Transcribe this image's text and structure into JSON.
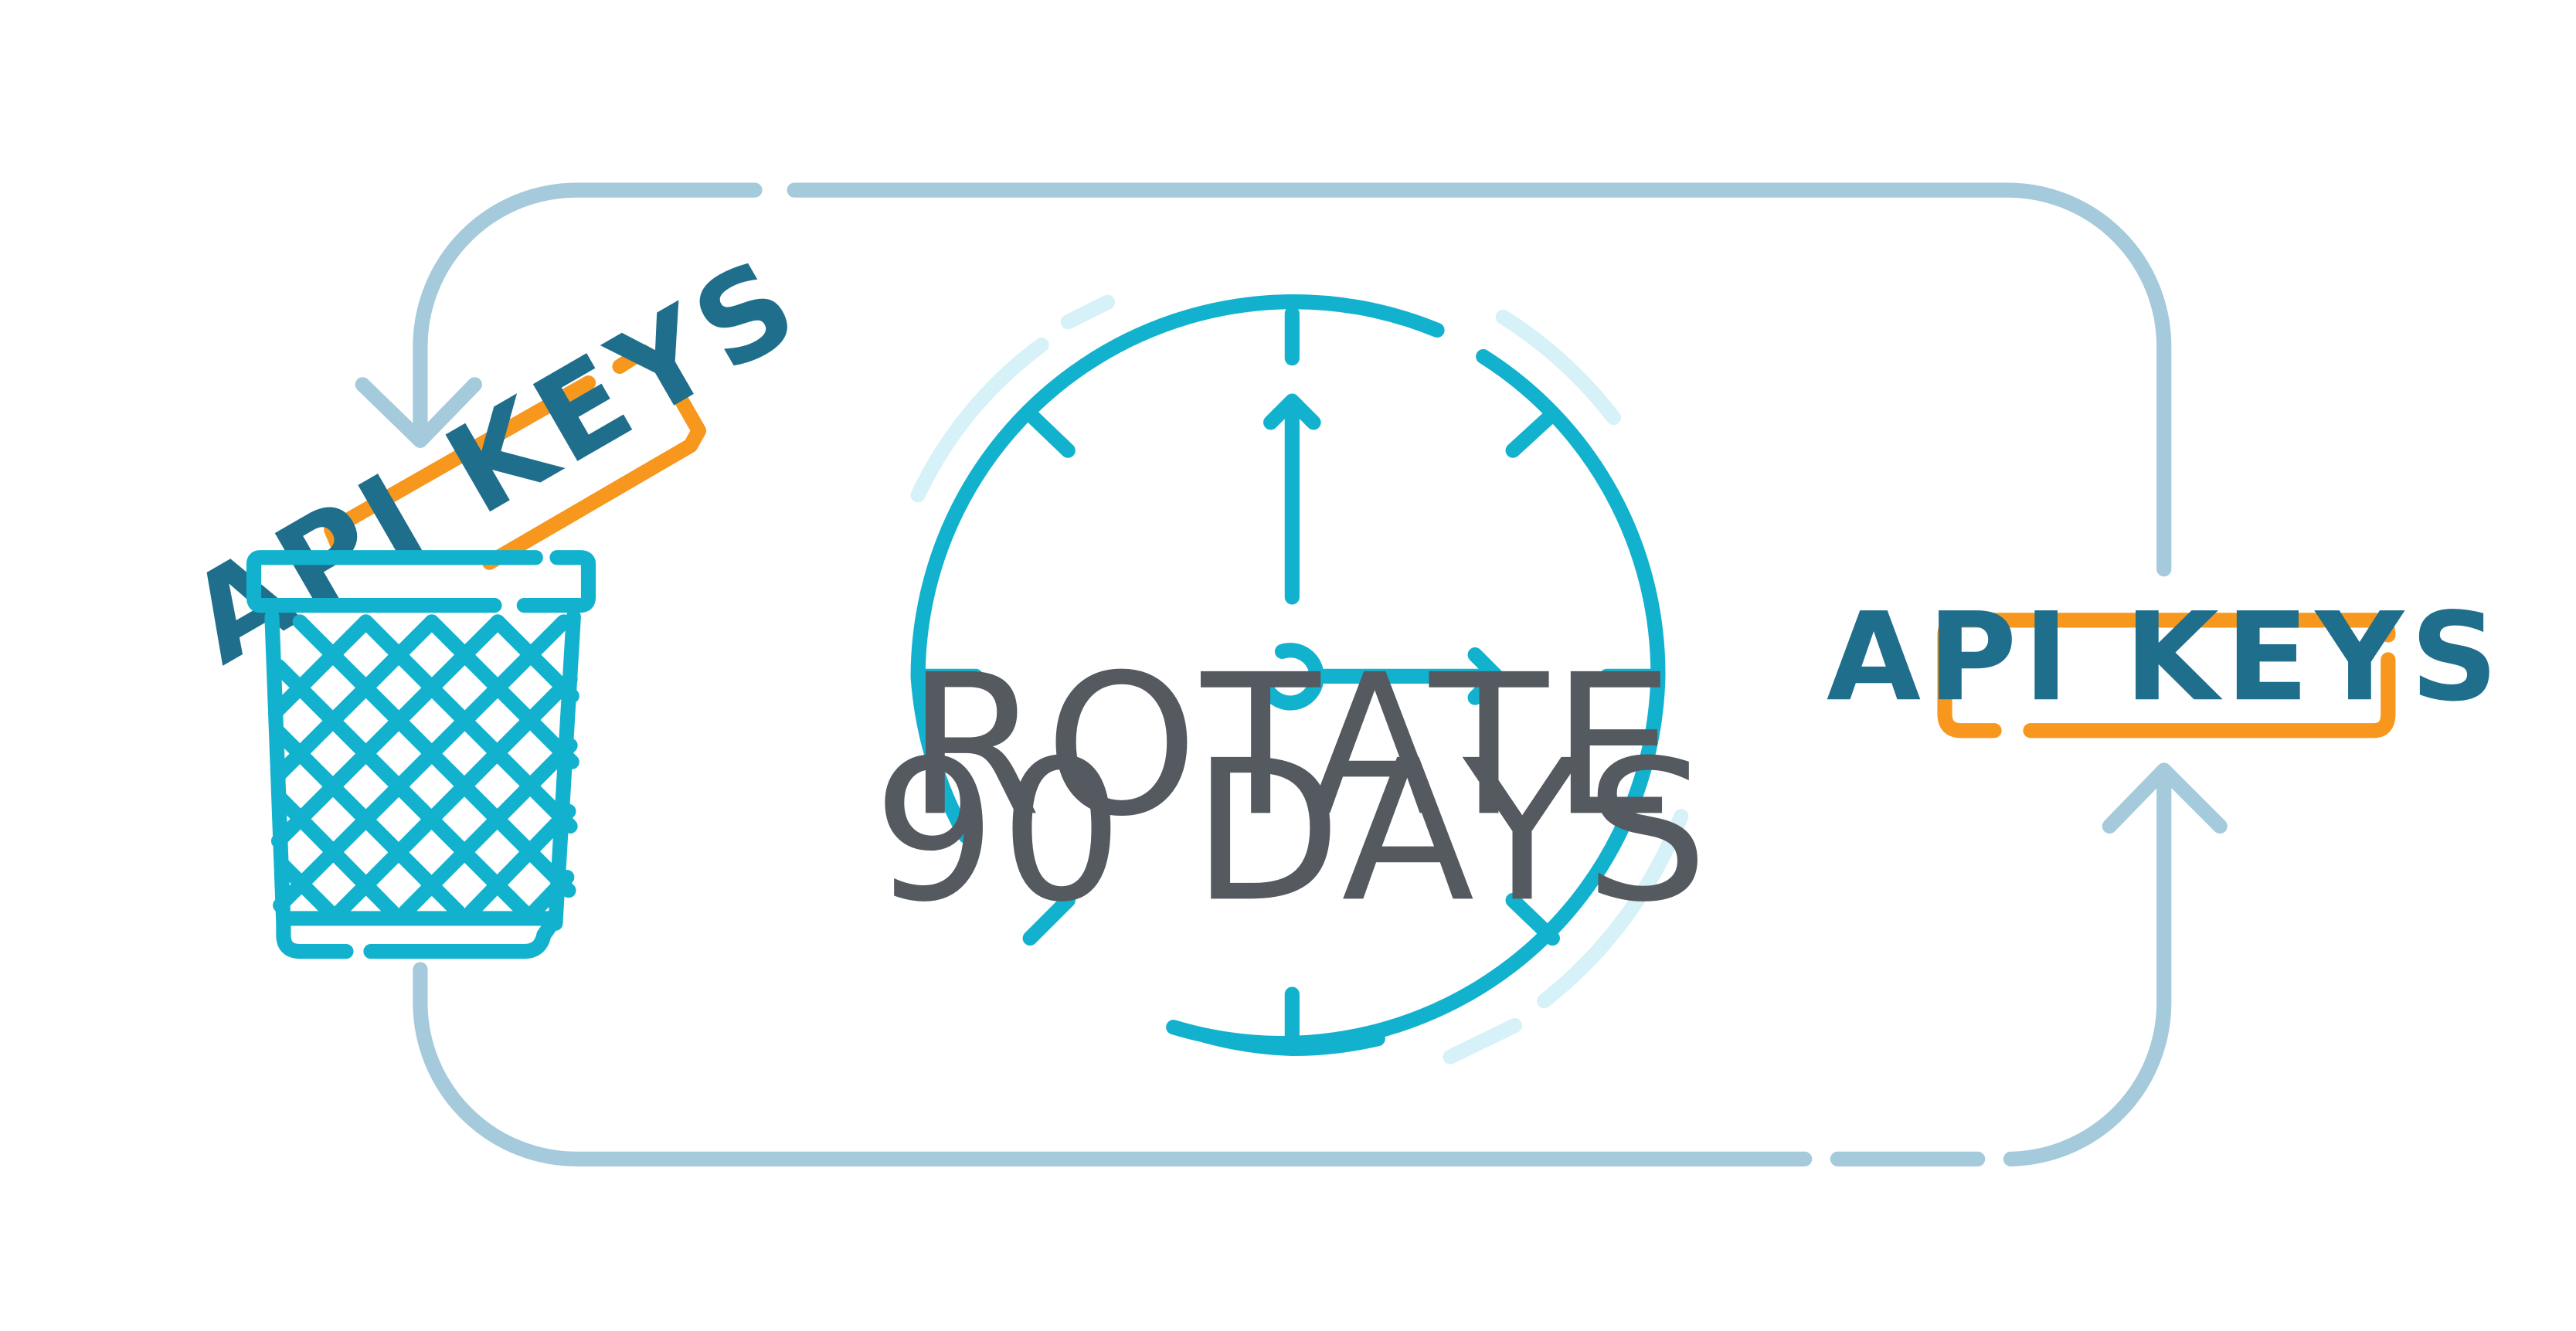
{
  "rotation": {
    "line1": "ROTATE",
    "line2": "90 DAYS"
  },
  "old_key": {
    "label": "API KEYS"
  },
  "new_key": {
    "label": "API KEYS"
  },
  "colors": {
    "loop": "#a4cadb",
    "clock": "#12b2cf",
    "accent": "#f7971d",
    "key_text": "#1f6e8c",
    "center_text": "#555a60"
  },
  "icons": {
    "clock": "clock-icon",
    "trash": "trash-basket-icon",
    "old_key": "api-key-tag-icon",
    "new_key": "api-key-tag-icon"
  }
}
